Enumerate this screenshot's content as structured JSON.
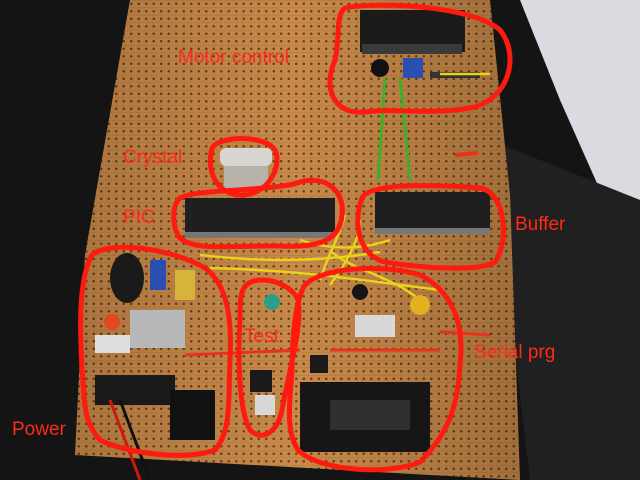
{
  "annotations": {
    "motor": "Motor control",
    "crystal": "Crystal",
    "pic": "PIC",
    "buffer": "Buffer",
    "test": "Test",
    "serial": "Serial prg",
    "power": "Power"
  },
  "colors": {
    "board": "#c98a4a",
    "background": "#161616",
    "annotation": "#ff1a10",
    "wire_yellow": "#e8d21a",
    "wire_green": "#3fae2a",
    "wire_red": "#e8321a",
    "chip": "#222222"
  }
}
